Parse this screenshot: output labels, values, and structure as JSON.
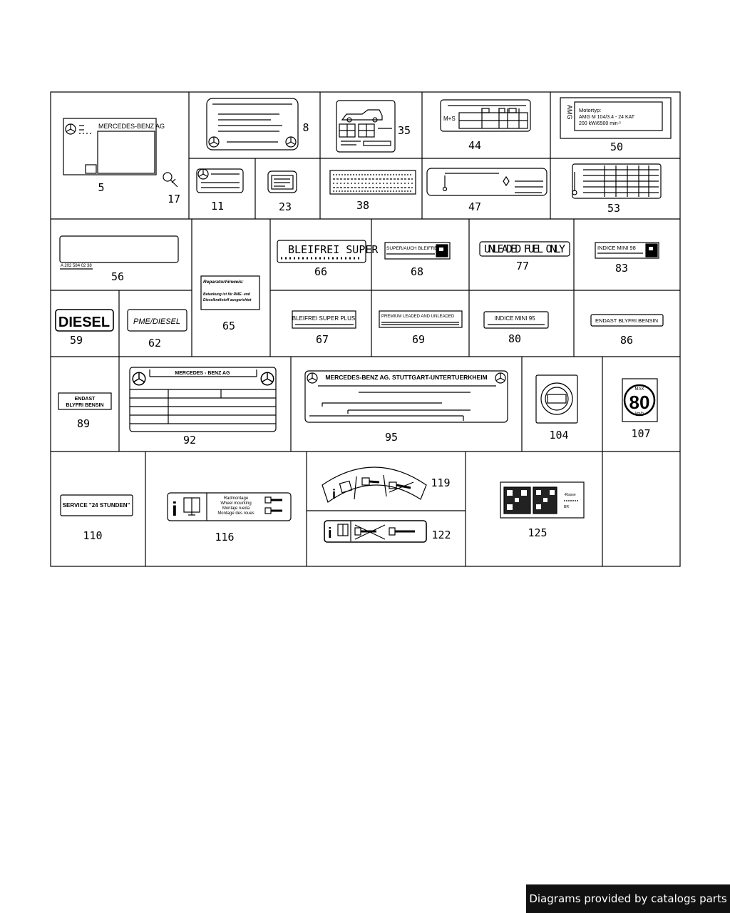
{
  "footer": {
    "credit": "Diagrams provided by catalogs parts"
  },
  "colors": {
    "ink": "#000000",
    "paper": "#ffffff",
    "badge": "#111111"
  },
  "parts": [
    {
      "id": "p5",
      "num": "5"
    },
    {
      "id": "p17",
      "num": "17"
    },
    {
      "id": "p8",
      "num": "8"
    },
    {
      "id": "p35",
      "num": "35"
    },
    {
      "id": "p44",
      "num": "44"
    },
    {
      "id": "p50",
      "num": "50"
    },
    {
      "id": "p11",
      "num": "11"
    },
    {
      "id": "p23",
      "num": "23"
    },
    {
      "id": "p38",
      "num": "38"
    },
    {
      "id": "p47",
      "num": "47"
    },
    {
      "id": "p53",
      "num": "53"
    },
    {
      "id": "p56",
      "num": "56"
    },
    {
      "id": "p65",
      "num": "65"
    },
    {
      "id": "p66",
      "num": "66"
    },
    {
      "id": "p68",
      "num": "68"
    },
    {
      "id": "p77",
      "num": "77"
    },
    {
      "id": "p83",
      "num": "83"
    },
    {
      "id": "p59",
      "num": "59"
    },
    {
      "id": "p62",
      "num": "62"
    },
    {
      "id": "p67",
      "num": "67"
    },
    {
      "id": "p69",
      "num": "69"
    },
    {
      "id": "p80",
      "num": "80"
    },
    {
      "id": "p86",
      "num": "86"
    },
    {
      "id": "p89",
      "num": "89"
    },
    {
      "id": "p92",
      "num": "92"
    },
    {
      "id": "p95",
      "num": "95"
    },
    {
      "id": "p104",
      "num": "104"
    },
    {
      "id": "p107",
      "num": "107"
    },
    {
      "id": "p110",
      "num": "110"
    },
    {
      "id": "p116",
      "num": "116"
    },
    {
      "id": "p119",
      "num": "119"
    },
    {
      "id": "p122",
      "num": "122"
    },
    {
      "id": "p125",
      "num": "125"
    }
  ],
  "label_texts": {
    "mercedes_benz_ag": "MERCEDES-BENZ AG",
    "ms": "M+S",
    "amg_vertical": "AMG",
    "motortyp": "Motortyp:",
    "amg_engine": "AMG M 104/3.4 - 24 KAT",
    "amg_power": "200 kW/6500 min-¹",
    "part_no_56": "A 202 584 02 38",
    "reparaturhinweis": "Reparaturhinweis:",
    "betankung_1": "Betankung ist für RME- und",
    "betankung_2": "Dieselkraftstoff ausgerichtet",
    "bleifrei_super": "BLEIFREI SUPER",
    "super_auch_bleifrei": "SUPER/AUCH BLEIFREI",
    "unleaded_fuel_only": "UNLEADED FUEL ONLY",
    "indice_mini_98": "INDICE MINI 98",
    "diesel": "DIESEL",
    "pme_diesel": "PME/DIESEL",
    "bleifrei_super_plus": "BLEIFREI SUPER PLUS",
    "premium_leaded": "PREMIUM LEADED AND UNLEADED",
    "indice_mini_95": "INDICE MINI 95",
    "endast_blyfri_bensin": "ENDAST BLYFRI BENSIN",
    "endast_short": "ENDAST",
    "blyfri_bensin": "BLYFRI BENSIN",
    "mercedes_benz_ag_spaced": "MERCEDES - BENZ AG",
    "stuttgart": "MERCEDES-BENZ AG. STUTTGART-UNTERTUERKHEIM",
    "max": "MAX",
    "speed": "80",
    "kmh": "km/h",
    "service_24": "SERVICE \"24 STUNDEN\"",
    "radmontage": "Radmontage",
    "wheel_mounting": "Wheel mounting",
    "montaje_rueda": "Montaje rueda",
    "montage_roues": "Montage des roues",
    "info_i": "i",
    "klasse": "-Klasse",
    "br": "BR"
  }
}
